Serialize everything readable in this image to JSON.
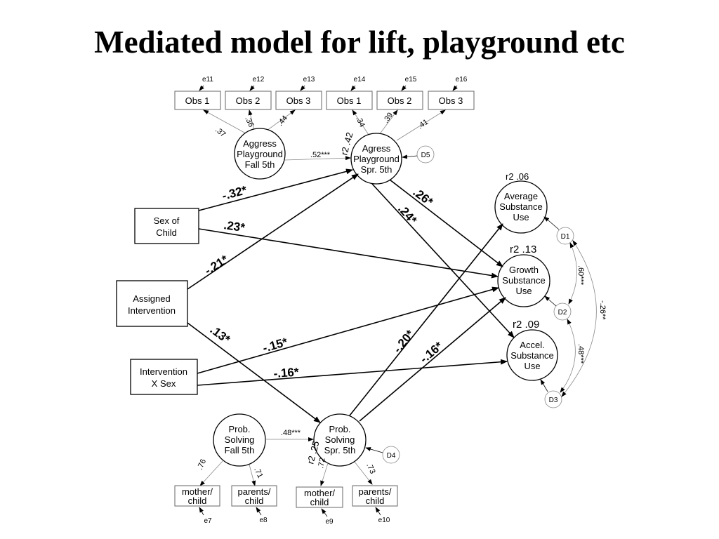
{
  "title": "Mediated model for lift, playground etc",
  "indicators_top": [
    "Obs 1",
    "Obs 2",
    "Obs 3",
    "Obs 1",
    "Obs 2",
    "Obs 3"
  ],
  "errors_top": [
    "e11",
    "e12",
    "e13",
    "e14",
    "e15",
    "e16"
  ],
  "loadings_top": [
    ".37",
    ".36",
    ".44",
    ".34",
    ".39",
    ".41"
  ],
  "latent": {
    "aggress_fall": [
      "Aggress",
      "Playground",
      "Fall 5th"
    ],
    "agress_spr": [
      "Agress",
      "Playground",
      "Spr. 5th"
    ],
    "prob_fall": [
      "Prob.",
      "Solving",
      "Fall 5th"
    ],
    "prob_spr": [
      "Prob.",
      "Solving",
      "Spr. 5th"
    ],
    "avg_sub": [
      "Average",
      "Substance",
      "Use"
    ],
    "growth_sub": [
      "Growth",
      "Substance",
      "Use"
    ],
    "accel_sub": [
      "Accel.",
      "Substance",
      "Use"
    ]
  },
  "observed": {
    "sex": [
      "Sex of",
      "Child"
    ],
    "intervention": [
      "Assigned",
      "Intervention"
    ],
    "int_sex": [
      "Intervention",
      "X Sex"
    ]
  },
  "disturbances": [
    "D1",
    "D2",
    "D3",
    "D4",
    "D5"
  ],
  "r2": {
    "agress_spr": "r2 .42",
    "avg_sub": "r2 .06",
    "growth_sub": "r2 .13",
    "accel_sub": "r2 .09",
    "prob_spr": "r2 .25"
  },
  "stability": {
    "aggress": ".52***",
    "prob": ".48***"
  },
  "paths": {
    "sex_to_agress": "-.32*",
    "sex_to_growth": ".23*",
    "int_to_agress": "-.21*",
    "int_to_prob": ".13*",
    "intsex_to_growth": "-.15*",
    "intsex_to_accel": "-.16*",
    "agress_to_growth": ".26*",
    "agress_to_accel": ".24*",
    "prob_to_avg": "-.20*",
    "prob_to_growth": "-.16*"
  },
  "covariances": {
    "d1_d2": ".60***",
    "d2_d3": ".48***",
    "d1_d3": "-.26**"
  },
  "indicators_bottom": [
    [
      "mother/",
      "child"
    ],
    [
      "parents/",
      "child"
    ],
    [
      "mother/",
      "child"
    ],
    [
      "parents/",
      "child"
    ]
  ],
  "errors_bottom": [
    "e7",
    "e8",
    "e9",
    "e10"
  ],
  "loadings_bottom": [
    ".76",
    ".71",
    ".72",
    ".73"
  ]
}
